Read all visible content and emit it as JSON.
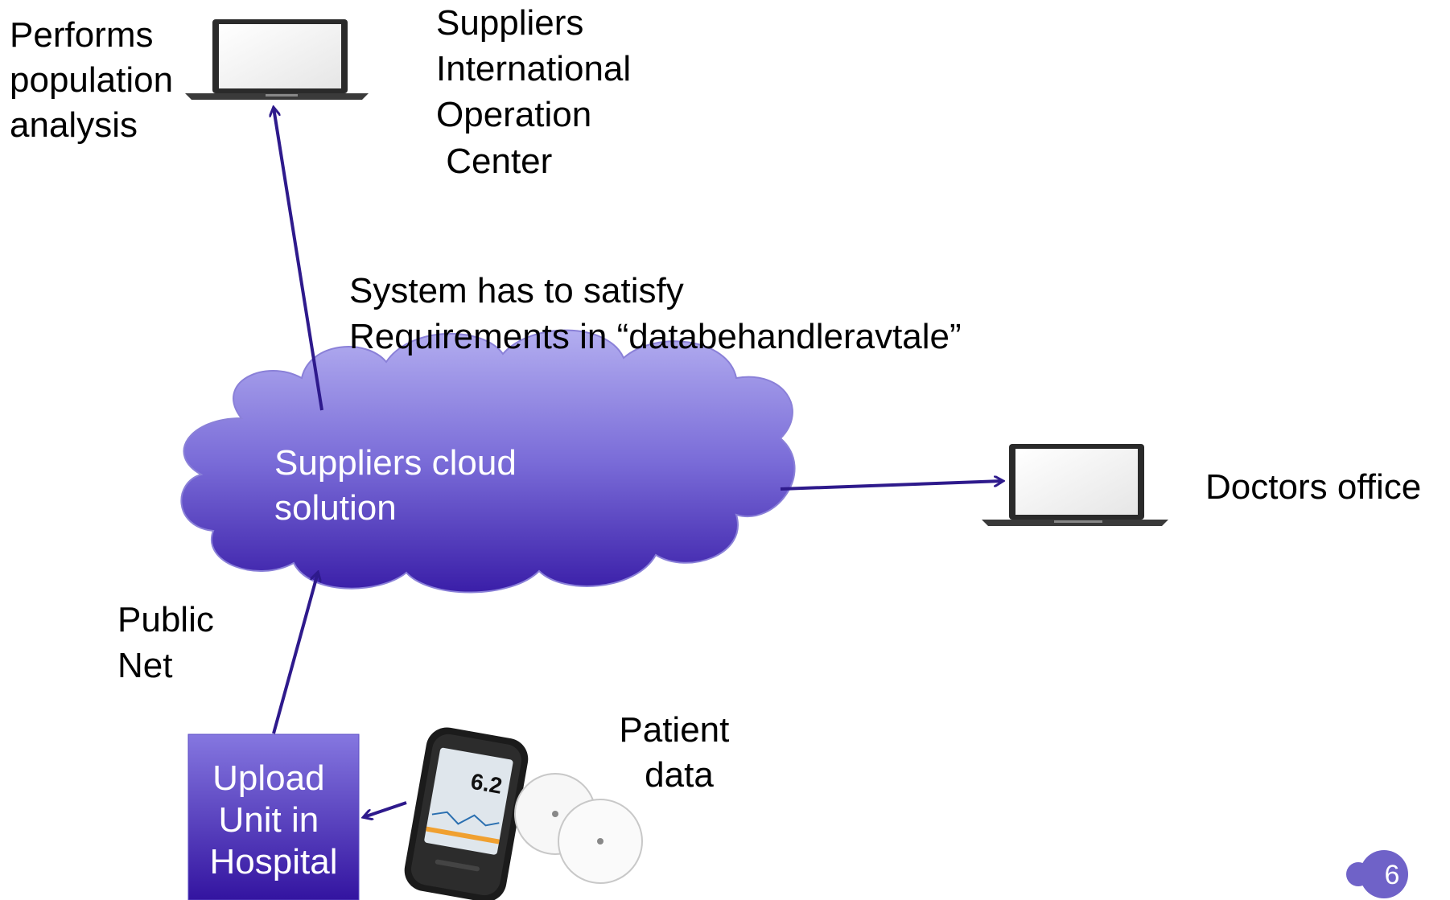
{
  "laptop_top_label": [
    "Performs",
    "population",
    "analysis"
  ],
  "suppliers_label": [
    "Suppliers",
    "International",
    "Operation",
    " Center"
  ],
  "requirements_label": [
    "System has to satisfy",
    "Requirements in “databehandleravtale”"
  ],
  "cloud_label": [
    "Suppliers cloud",
    "solution"
  ],
  "doctors_label": "Doctors office",
  "public_net_label": [
    "Public",
    "Net"
  ],
  "upload_unit_label": [
    "Upload",
    "Unit in",
    "Hospital"
  ],
  "patient_data_label": [
    "Patient",
    "data"
  ],
  "page_number": "6",
  "colors": {
    "arrow": "#2e1a8c",
    "cloud_top": "#b3aef0",
    "cloud_bottom": "#3a1ea8",
    "upload_box_top": "#8577e0",
    "upload_box_bottom": "#3314a0",
    "page_badge": "#6f62c8"
  },
  "icons": [
    "laptop-icon",
    "glucose-reader-icon",
    "sensor-patch-icon"
  ]
}
